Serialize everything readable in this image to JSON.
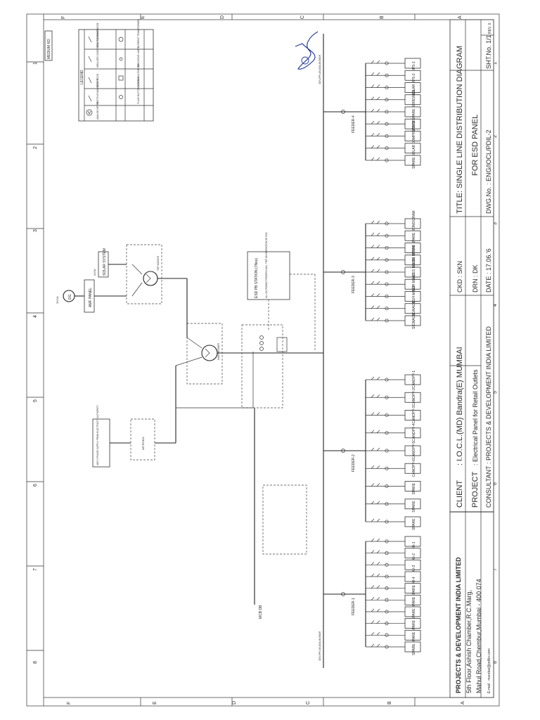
{
  "border": {
    "zones_letters": [
      "F",
      "E",
      "D",
      "C",
      "B",
      "A"
    ],
    "zones_numbers": [
      "1",
      "2",
      "3",
      "4",
      "5",
      "6",
      "7",
      "8"
    ],
    "medium_stamp": "MEDIUM KD"
  },
  "legend": {
    "title": "LEGEND",
    "items": [
      "MAIN INCOMING MCCB",
      "CURRENT TRANSFORMER",
      "MOULDED CASE CIRCUIT BREAKER",
      "INDICATING LAMPS",
      "MCB / RCCB",
      "DIGITAL MULTIMETER",
      "SWITCH/CHANGEOVER",
      "FLUSH BUTTON STATION",
      "ANALOG METER"
    ]
  },
  "sources": {
    "dg": "DG",
    "dg_rating": "35 KVA",
    "amf_panel": "AMF PANEL",
    "solar_system": "SOLAR SYSTEM",
    "solar_rating": "10 KW",
    "grid_supply": "415V 3 PHASE SUPPLY FROM ELECTRICITY AUTHORITY",
    "meter_box": "METER BOX",
    "changeover_top": "TOP SOURCE",
    "changeover_main": "MAIN INCOMER",
    "esd_station": "ESD PB STATION (7Nos)",
    "esd_note": "ALL OUTGOING FEEDERS WILL TRIP ON OPERATION OF ESD",
    "mcb_db": "MCB DB",
    "bus_left": "415V,3PH,4W,100A,BUSBAR",
    "bus_right": "415V,3PH,4W,100A,BUSBAR"
  },
  "feeders": [
    {
      "name": "FEEDER-1",
      "loads": [
        "DU-1",
        "DU-2",
        "DU-3",
        "DU-4",
        "SPARE",
        "SPARE",
        "SPARE",
        "SPARE",
        "SPARE",
        "SPARE"
      ]
    },
    {
      "name": "FEEDER-2",
      "loads": [
        "CANOPY-1",
        "CANOPY-2",
        "CANOPY-3",
        "CANOPY-4",
        "CANOPY-5",
        "CANOPY-6",
        "SPARE",
        "SPARE",
        "SPARE"
      ]
    },
    {
      "name": "FEEDER-3",
      "loads": [
        "MONOGRAM",
        "SPARE",
        "SPARE",
        "SALES ROOM",
        "SALES ROOM",
        "HIGH MAST",
        "HIGH MAST",
        "SIGNAGE",
        "SIGNAGE"
      ]
    },
    {
      "name": "FEEDER-4",
      "loads": [
        "UPS-1",
        "UPS-2",
        "SOLAR",
        "BOREWELL",
        "SPARE",
        "SPARE",
        "COMPRESSOR",
        "SOLAR",
        "SPARE"
      ]
    }
  ],
  "title_block": {
    "company": "PROJECTS & DEVELOPMENT INDIA LIMITED",
    "address1": "5th Floor,Ashish Chamber,R.C.Marg,",
    "address2": "Mahul Road,Chembur,Mumbai - 400 074",
    "email": "E-mail : mumbai@pdilin.com",
    "client_label": "CLIENT",
    "client_value": ": I.O.C.L.(MD) Bandra(E) MUMBAI",
    "project_label": "PROJECT",
    "project_value": ": Electrical Panel for Retail Outlets",
    "consultant": "CONSULTANT : PROJECTS & DEVELOPMENT INDIA LIMITED",
    "ckd": "CKD : SKN",
    "drn": "DRN : DK",
    "date": "DATE : 17.06.'6",
    "title": "TITLE: SINGLE LINE DISTRIBUTION DIAGRAM",
    "subtitle": "FOR ESD PANEL",
    "dwg_no": "DWG.No. : ENG/IOCL/PDIL-2",
    "sht_no": "SHT.No. 1/1",
    "rev": "REV. 0"
  },
  "colors": {
    "ink": "#222222",
    "paper": "#ffffff",
    "signature": "#2b3f9e"
  }
}
